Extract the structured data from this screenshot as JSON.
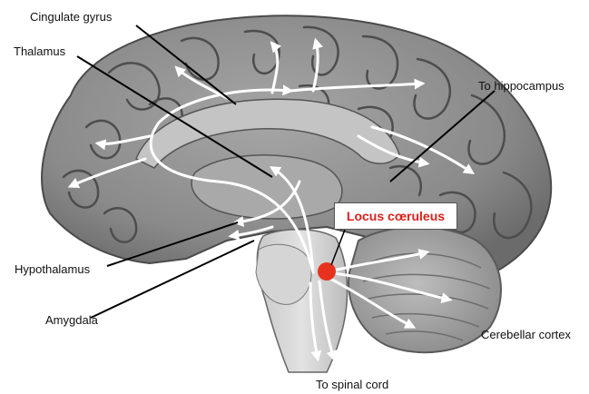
{
  "labels": {
    "cingulate_gyrus": "Cingulate gyrus",
    "thalamus": "Thalamus",
    "to_hippocampus": "To hippocampus",
    "hypothalamus": "Hypothalamus",
    "amygdala": "Amygdala",
    "cerebellar_cortex": "Cerebellar cortex",
    "to_spinal_cord": "To spinal cord",
    "locus_coeruleus": "Locus cœruleus"
  },
  "colors": {
    "highlight_text": "#e0201a",
    "locus_dot": "#e8321e",
    "pathways": "#ffffff",
    "brain_tissue": "#8e8e8e",
    "leader_lines": "#000000"
  }
}
